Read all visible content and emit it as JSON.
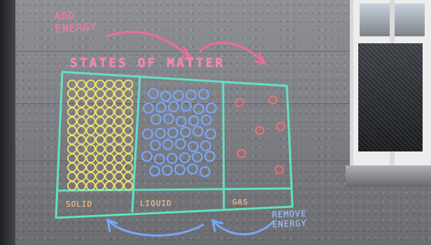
{
  "chalk_text": {
    "add_energy": "ADD ENERGY",
    "title": "STATES OF MATTER",
    "solid": "SOLID",
    "liquid": "LIQUID",
    "gas": "GAS",
    "remove_energy": "REMOVE ENERGY"
  },
  "colors": {
    "chalk_pink": "#ef6b9b",
    "chalk_title": "#ff7fb5",
    "chalk_cyan": "#63e0c4",
    "chalk_yellow": "#f0e06f",
    "chalk_blue": "#78a7ff",
    "chalk_red": "#f36f73",
    "chalk_orange": "#fdb270"
  }
}
